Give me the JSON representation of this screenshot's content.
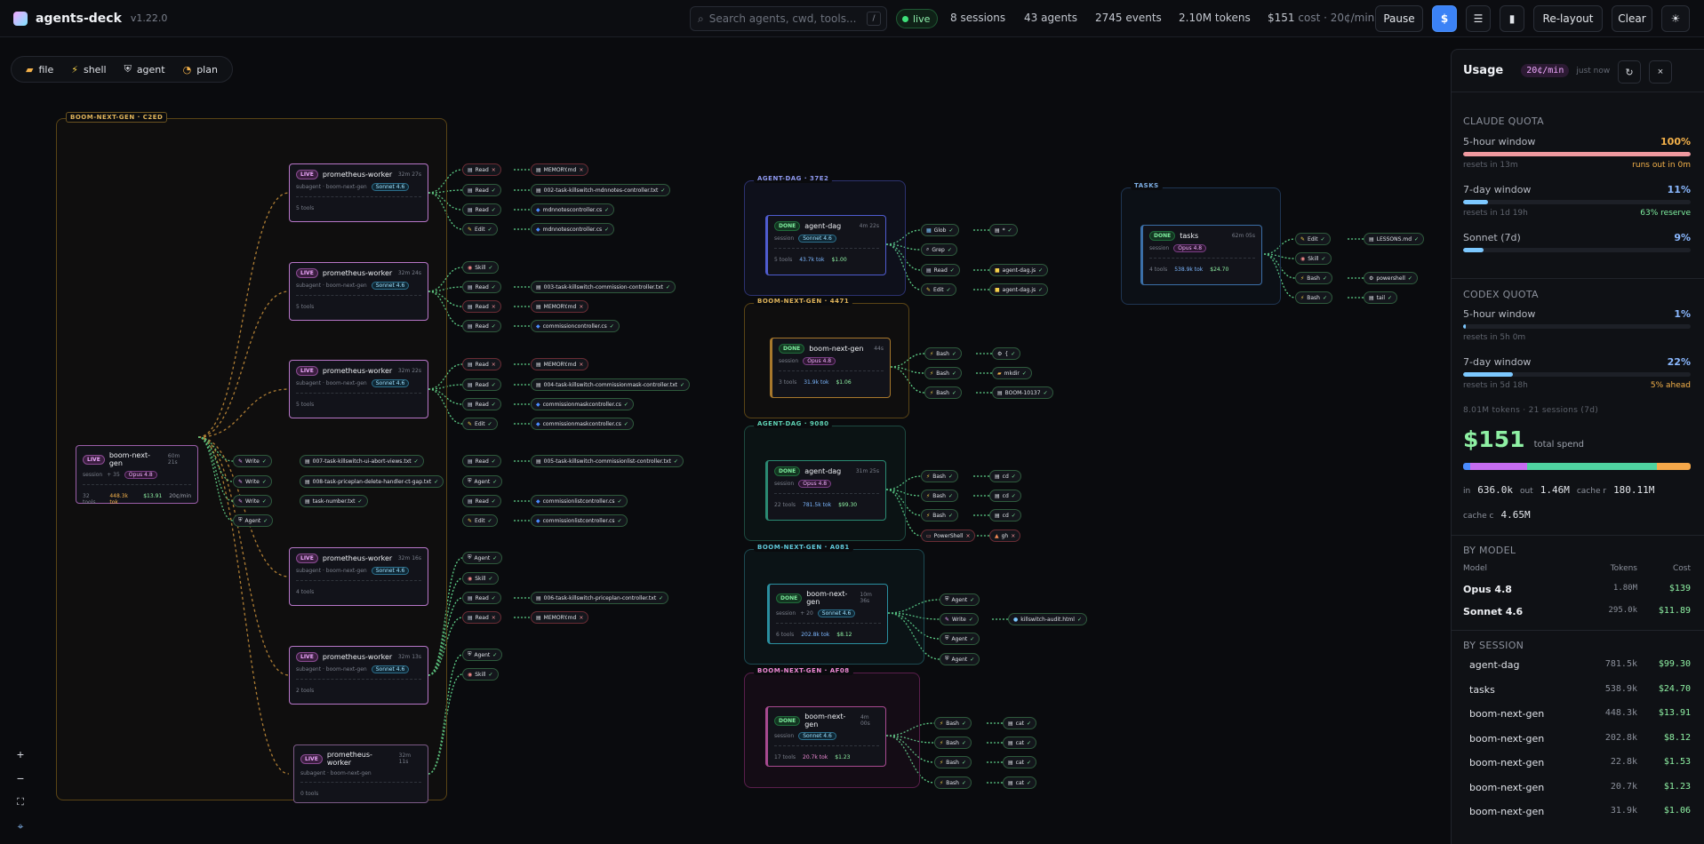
{
  "app": {
    "name": "agents-deck",
    "version": "v1.22.0"
  },
  "search": {
    "placeholder": "Search agents, cwd, tools...",
    "shortcut": "/"
  },
  "status": {
    "live": "live",
    "sessions": "8 sessions",
    "agents": "43 agents",
    "events": "2745 events",
    "tokens": "2.10M tokens",
    "cost": "$151",
    "cost_rate": "cost · 20¢/min"
  },
  "toolbar": {
    "pause": "Pause",
    "usage": "$",
    "list": "☰",
    "chart": "▮",
    "relayout": "Re-layout",
    "clear": "Clear",
    "theme": "☀"
  },
  "filters": [
    {
      "icon": "▰",
      "label": "file",
      "color": "#f3b14a"
    },
    {
      "icon": "⚡",
      "label": "shell",
      "color": "#f5d14a"
    },
    {
      "icon": "⛨",
      "label": "agent",
      "color": "#dfe2e8"
    },
    {
      "icon": "◔",
      "label": "plan",
      "color": "#f3b14a"
    }
  ],
  "groups": [
    {
      "label": "BOOM-NEXT-GEN · C2ED",
      "color": "#a07a2a"
    },
    {
      "label": "AGENT-DAG · 37E2",
      "color": "#5b6ad8"
    },
    {
      "label": "BOOM-NEXT-GEN · 4471",
      "color": "#b8832e"
    },
    {
      "label": "AGENT-DAG · 9080",
      "color": "#2f8d7a"
    },
    {
      "label": "BOOM-NEXT-GEN · A081",
      "color": "#2a8fa0"
    },
    {
      "label": "BOOM-NEXT-GEN · AF08",
      "color": "#b84a9a"
    },
    {
      "label": "TASKS",
      "color": "#3b6fa8"
    }
  ],
  "root_node": {
    "status": "LIVE",
    "name": "boom-next-gen",
    "time": "60m 21s",
    "kind": "session",
    "plus": "+ 35",
    "model": "Opus 4.8",
    "tools": "32 tools",
    "tok": "448.3k tok",
    "cost": "$13.91",
    "rate": "20¢/min"
  },
  "workers": [
    {
      "status": "LIVE",
      "name": "prometheus-worker",
      "time": "32m 27s",
      "kind": "subagent · boom-next-gen",
      "model": "Sonnet 4.6",
      "tools": "5 tools"
    },
    {
      "status": "LIVE",
      "name": "prometheus-worker",
      "time": "32m 24s",
      "kind": "subagent · boom-next-gen",
      "model": "Sonnet 4.6",
      "tools": "5 tools"
    },
    {
      "status": "LIVE",
      "name": "prometheus-worker",
      "time": "32m 22s",
      "kind": "subagent · boom-next-gen",
      "model": "Sonnet 4.6",
      "tools": "5 tools"
    },
    {
      "status": "LIVE",
      "name": "prometheus-worker",
      "time": "32m 16s",
      "kind": "subagent · boom-next-gen",
      "model": "Sonnet 4.6",
      "tools": "4 tools"
    },
    {
      "status": "LIVE",
      "name": "prometheus-worker",
      "time": "32m 13s",
      "kind": "subagent · boom-next-gen",
      "model": "Sonnet 4.6",
      "tools": "2 tools"
    },
    {
      "status": "LIVE",
      "name": "prometheus-worker",
      "time": "32m 11s",
      "kind": "subagent · boom-next-gen",
      "model": "",
      "tools": "0 tools"
    }
  ],
  "sessions": [
    {
      "status": "DONE",
      "name": "agent-dag",
      "time": "4m 22s",
      "kind": "session",
      "model": "Sonnet 4.6",
      "tools": "5 tools",
      "tok": "43.7k tok",
      "cost": "$1.00"
    },
    {
      "status": "DONE",
      "name": "boom-next-gen",
      "time": "44s",
      "kind": "session",
      "model": "Opus 4.8",
      "tools": "3 tools",
      "tok": "31.9k tok",
      "cost": "$1.06"
    },
    {
      "status": "DONE",
      "name": "agent-dag",
      "time": "31m 25s",
      "kind": "session",
      "model": "Opus 4.8",
      "tools": "22 tools",
      "tok": "781.5k tok",
      "cost": "$99.30"
    },
    {
      "status": "DONE",
      "name": "boom-next-gen",
      "time": "10m 36s",
      "kind": "session",
      "plus": "+ 20",
      "model": "Sonnet 4.6",
      "tools": "6 tools",
      "tok": "202.8k tok",
      "cost": "$8.12"
    },
    {
      "status": "DONE",
      "name": "boom-next-gen",
      "time": "4m 00s",
      "kind": "session",
      "model": "Sonnet 4.6",
      "tools": "17 tools",
      "tok": "20.7k tok",
      "cost": "$1.23"
    },
    {
      "status": "DONE",
      "name": "tasks",
      "time": "62m 05s",
      "kind": "session",
      "model": "Opus 4.8",
      "tools": "4 tools",
      "tok": "538.9k tok",
      "cost": "$24.70"
    }
  ],
  "tool_pills": [
    {
      "t": "Read",
      "s": "x",
      "f": "MEMORY.md",
      "fs": "x"
    },
    {
      "t": "Read",
      "s": "ok",
      "f": "002-task-killswitch-mdnnotes-controller.txt",
      "fs": "ok"
    },
    {
      "t": "Read",
      "s": "ok",
      "f": "mdnnotescontroller.cs",
      "fs": "ok"
    },
    {
      "t": "Edit",
      "s": "ok",
      "f": "mdnnotescontroller.cs",
      "fs": "ok"
    },
    {
      "t": "Skill",
      "s": "ok"
    },
    {
      "t": "Read",
      "s": "ok",
      "f": "003-task-killswitch-commission-controller.txt",
      "fs": "ok"
    },
    {
      "t": "Read",
      "s": "x",
      "f": "MEMORY.md",
      "fs": "x"
    },
    {
      "t": "Read",
      "s": "ok",
      "f": "commissioncontroller.cs",
      "fs": "ok"
    },
    {
      "t": "Read",
      "s": "x",
      "f": "MEMORY.md",
      "fs": "x"
    },
    {
      "t": "Read",
      "s": "ok",
      "f": "004-task-killswitch-commissionmask-controller.txt",
      "fs": "ok"
    },
    {
      "t": "Read",
      "s": "ok",
      "f": "commissionmaskcontroller.cs",
      "fs": "ok"
    },
    {
      "t": "Edit",
      "s": "ok",
      "f": "commissionmaskcontroller.cs",
      "fs": "ok"
    },
    {
      "t": "Read",
      "s": "ok",
      "f": "005-task-killswitch-commissionlist-controller.txt",
      "fs": "ok"
    },
    {
      "t": "Agent",
      "s": "ok"
    },
    {
      "t": "Read",
      "s": "ok",
      "f": "commissionlistcontroller.cs",
      "fs": "ok"
    },
    {
      "t": "Edit",
      "s": "ok",
      "f": "commissionlistcontroller.cs",
      "fs": "ok"
    },
    {
      "t": "Agent",
      "s": "ok"
    },
    {
      "t": "Skill",
      "s": "ok"
    },
    {
      "t": "Read",
      "s": "ok",
      "f": "006-task-killswitch-priceplan-controller.txt",
      "fs": "ok"
    },
    {
      "t": "Read",
      "s": "x",
      "f": "MEMORY.md",
      "fs": "x"
    },
    {
      "t": "Agent",
      "s": "ok"
    },
    {
      "t": "Skill",
      "s": "ok"
    }
  ],
  "root_pills": [
    {
      "t": "Write",
      "s": "ok",
      "f": "007-task-killswitch-ui-abort-views.txt",
      "fs": "ok"
    },
    {
      "t": "Write",
      "s": "ok",
      "f": "008-task-priceplan-delete-handler-ct-gap.txt",
      "fs": "ok"
    },
    {
      "t": "Write",
      "s": "ok",
      "f": "task-number.txt",
      "fs": "ok"
    },
    {
      "t": "Agent",
      "s": "ok"
    }
  ],
  "session_pills": [
    {
      "t": "Glob",
      "s": "ok",
      "f": "*",
      "fs": "ok"
    },
    {
      "t": "Grep",
      "s": "ok"
    },
    {
      "t": "Read",
      "s": "ok",
      "f": "agent-dag.js",
      "fs": "ok"
    },
    {
      "t": "Edit",
      "s": "ok",
      "f": "agent-dag.js",
      "fs": "ok"
    },
    {
      "t": "Bash",
      "s": "ok",
      "f": "{",
      "fs": "ok"
    },
    {
      "t": "Bash",
      "s": "ok",
      "f": "mkdir",
      "fs": "ok"
    },
    {
      "t": "Bash",
      "s": "ok",
      "f": "BOOM-10137",
      "fs": "ok"
    },
    {
      "t": "Bash",
      "s": "ok",
      "f": "cd",
      "fs": "ok"
    },
    {
      "t": "Bash",
      "s": "ok",
      "f": "cd",
      "fs": "ok"
    },
    {
      "t": "Bash",
      "s": "ok",
      "f": "cd",
      "fs": "ok"
    },
    {
      "t": "PowerShell",
      "s": "x",
      "f": "gh",
      "fs": "x"
    },
    {
      "t": "Agent",
      "s": "ok"
    },
    {
      "t": "Write",
      "s": "ok",
      "f": "killswitch-audit.html",
      "fs": "ok"
    },
    {
      "t": "Agent",
      "s": "ok"
    },
    {
      "t": "Agent",
      "s": "ok"
    },
    {
      "t": "Bash",
      "s": "ok",
      "f": "cat",
      "fs": "ok"
    },
    {
      "t": "Bash",
      "s": "ok",
      "f": "cat",
      "fs": "ok"
    },
    {
      "t": "Bash",
      "s": "ok",
      "f": "cat",
      "fs": "ok"
    },
    {
      "t": "Bash",
      "s": "ok",
      "f": "cat",
      "fs": "ok"
    },
    {
      "t": "Edit",
      "s": "ok",
      "f": "LESSONS.md",
      "fs": "ok"
    },
    {
      "t": "Skill",
      "s": "ok"
    },
    {
      "t": "Bash",
      "s": "ok",
      "f": "powershell",
      "fs": "ok"
    },
    {
      "t": "Bash",
      "s": "ok",
      "f": "tail",
      "fs": "ok"
    }
  ],
  "zoom": {
    "in": "+",
    "out": "−",
    "fit": "⛶",
    "center": "⌖"
  },
  "usage": {
    "title": "Usage",
    "rate": "20¢/min",
    "updated": "just now",
    "refresh": "↻",
    "close": "×",
    "claude_title": "CLAUDE QUOTA",
    "claude": [
      {
        "label": "5-hour window",
        "pct": "100%",
        "fill": 1.0,
        "left": "resets in 13m",
        "right": "runs out in 0m",
        "color": "#f09aa0",
        "rcolor": "#f5b24a"
      },
      {
        "label": "7-day window",
        "pct": "11%",
        "fill": 0.11,
        "left": "resets in 1d 19h",
        "right": "63% reserve",
        "color": "#7cc8ff",
        "rcolor": "#7ff0a0"
      },
      {
        "label": "Sonnet (7d)",
        "pct": "9%",
        "fill": 0.09,
        "left": "",
        "right": "",
        "color": "#7cc8ff",
        "rcolor": ""
      }
    ],
    "codex_title": "CODEX QUOTA",
    "codex": [
      {
        "label": "5-hour window",
        "pct": "1%",
        "fill": 0.01,
        "left": "resets in 5h 0m",
        "right": "",
        "color": "#7cc8ff",
        "rcolor": ""
      },
      {
        "label": "7-day window",
        "pct": "22%",
        "fill": 0.22,
        "left": "resets in 5d 18h",
        "right": "5% ahead",
        "color": "#7cc8ff",
        "rcolor": "#f5b24a"
      }
    ],
    "summary": "8.01M tokens · 21 sessions (7d)",
    "spend": "$151",
    "spend_label": "total spend",
    "in_label": "in",
    "in": "636.0k",
    "out_label": "out",
    "out": "1.46M",
    "cache_r_label": "cache r",
    "cache_r": "180.11M",
    "cache_c_label": "cache c",
    "cache_c": "4.65M",
    "by_model_title": "BY MODEL",
    "model_headers": [
      "Model",
      "Tokens",
      "Cost"
    ],
    "models": [
      {
        "name": "Opus 4.8",
        "tokens": "1.80M",
        "cost": "$139"
      },
      {
        "name": "Sonnet 4.6",
        "tokens": "295.0k",
        "cost": "$11.89"
      }
    ],
    "by_session_title": "BY SESSION",
    "sessions": [
      {
        "name": "agent-dag",
        "tokens": "781.5k",
        "cost": "$99.30"
      },
      {
        "name": "tasks",
        "tokens": "538.9k",
        "cost": "$24.70"
      },
      {
        "name": "boom-next-gen",
        "tokens": "448.3k",
        "cost": "$13.91"
      },
      {
        "name": "boom-next-gen",
        "tokens": "202.8k",
        "cost": "$8.12"
      },
      {
        "name": "boom-next-gen",
        "tokens": "22.8k",
        "cost": "$1.53"
      },
      {
        "name": "boom-next-gen",
        "tokens": "20.7k",
        "cost": "$1.23"
      },
      {
        "name": "boom-next-gen",
        "tokens": "31.9k",
        "cost": "$1.06"
      }
    ]
  }
}
